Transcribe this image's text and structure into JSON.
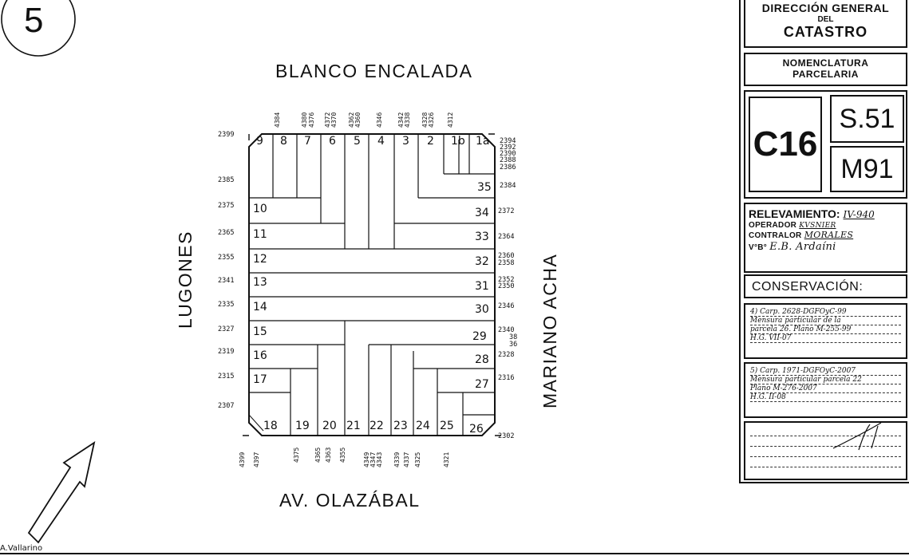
{
  "page_number": "5",
  "author": "A.Vallarino",
  "streets": {
    "north": "BLANCO ENCALADA",
    "south": "AV. OLAZÁBAL",
    "west": "LUGONES",
    "east": "MARIANO ACHA"
  },
  "lots": {
    "top": [
      "9",
      "8",
      "7",
      "6",
      "5",
      "4",
      "3",
      "2",
      "1b",
      "1a"
    ],
    "right": [
      "35",
      "34",
      "33",
      "32",
      "31",
      "30",
      "29",
      "28",
      "27",
      "26"
    ],
    "left": [
      "10",
      "11",
      "12",
      "13",
      "14",
      "15",
      "16",
      "17",
      "18"
    ],
    "bottom": [
      "19",
      "20",
      "21",
      "22",
      "23",
      "24",
      "25"
    ]
  },
  "door_numbers": {
    "north": [
      "4384",
      "4380",
      "4376",
      "4372",
      "4370",
      "4362",
      "4360",
      "4346",
      "4342",
      "4338",
      "4328",
      "4326",
      "4312"
    ],
    "south": [
      "4399",
      "4397",
      "4375",
      "4365",
      "4363",
      "4355",
      "4349",
      "4347",
      "4343",
      "4339",
      "4337",
      "4325",
      "4321"
    ],
    "west": [
      "2399",
      "2385",
      "2375",
      "2365",
      "2355",
      "2341",
      "2335",
      "2327",
      "2319",
      "2315",
      "2307"
    ],
    "east": [
      "2394",
      "2392",
      "2390",
      "2388",
      "2386",
      "2384",
      "2372",
      "2364",
      "2360",
      "2358",
      "2352",
      "2350",
      "2346",
      "2340",
      "38",
      "36",
      "2328",
      "2316",
      "2302"
    ]
  },
  "panel": {
    "header": {
      "line1": "DIRECCIÓN GENERAL",
      "line2": "DEL",
      "line3": "CATASTRO"
    },
    "nomenclatura": {
      "line1": "NOMENCLATURA",
      "line2": "PARCELARIA"
    },
    "circunscripcion": "C16",
    "seccion": "S.51",
    "manzana": "M91",
    "relevamiento": {
      "label": "RELEVAMIENTO:",
      "value": "IV-940",
      "operador_label": "OPERADOR",
      "operador": "KVSNIER",
      "contralor_label": "CONTRALOR",
      "contralor": "MORALES",
      "vb_label": "V°B°",
      "vb": "E.B. Ardaíni"
    },
    "conservacion": {
      "title": "CONSERVACIÓN:",
      "entry4": [
        "4) Carp. 2628-DGFOyC-99",
        "Mensura particular de la",
        "parcela 26. Plano M-255-99",
        "H.G. VII-07"
      ],
      "entry5": [
        "5) Carp. 1971-DGFOyC-2007",
        "Mensura particular parcela 22",
        "Plano M-276-2007",
        "H.G. II-08"
      ]
    }
  }
}
